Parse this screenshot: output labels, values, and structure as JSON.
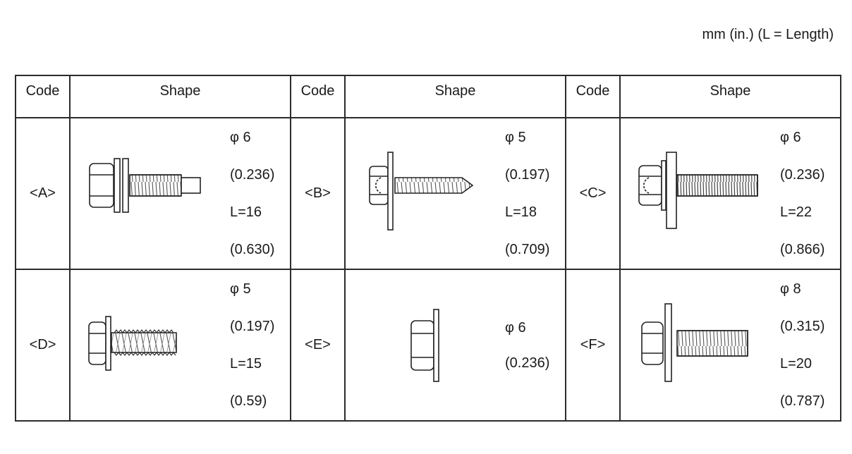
{
  "units_note": "mm (in.) (L = Length)",
  "headers": [
    "Code",
    "Shape",
    "Code",
    "Shape",
    "Code",
    "Shape"
  ],
  "rows": [
    [
      {
        "code": "<A>",
        "icon": "flange-bolt-with-washer-icon",
        "specs": [
          "φ 6",
          "(0.236)",
          "L=16",
          "(0.630)"
        ]
      },
      {
        "code": "<B>",
        "icon": "tapping-screw-with-washer-icon",
        "specs": [
          "φ 5",
          "(0.197)",
          "L=18",
          "(0.709)"
        ]
      },
      {
        "code": "<C>",
        "icon": "flange-bolt-with-washer-fine-thread-icon",
        "specs": [
          "φ 6",
          "(0.236)",
          "L=22",
          "(0.866)"
        ]
      }
    ],
    [
      {
        "code": "<D>",
        "icon": "self-tapping-bolt-icon",
        "specs": [
          "φ 5",
          "(0.197)",
          "L=15",
          "(0.59)"
        ]
      },
      {
        "code": "<E>",
        "icon": "flange-nut-icon",
        "specs": [
          "φ 6",
          "(0.236)"
        ]
      },
      {
        "code": "<F>",
        "icon": "hex-bolt-with-washer-icon",
        "specs": [
          "φ 8",
          "(0.315)",
          "L=20",
          "(0.787)"
        ]
      }
    ]
  ]
}
